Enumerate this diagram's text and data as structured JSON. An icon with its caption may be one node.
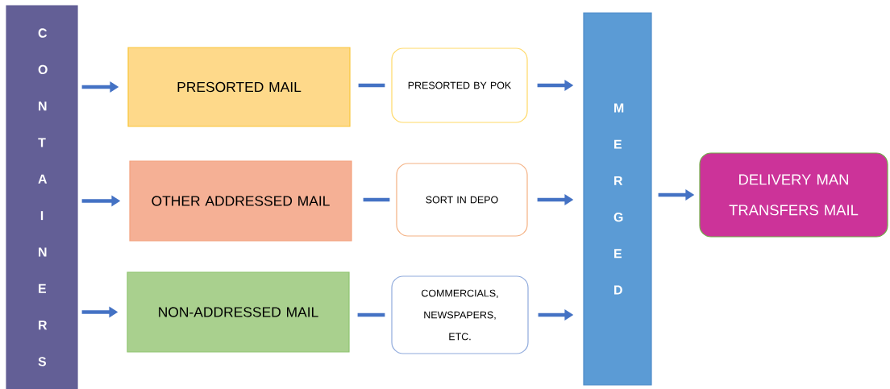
{
  "diagram": {
    "nodes": [
      {
        "text": [
          "C O N T A I N E R S"
        ]
      },
      {
        "text": [
          "PRESORTED MAIL"
        ]
      },
      {
        "text": [
          "OTHER ADDRESSED MAIL"
        ]
      },
      {
        "text": [
          "NON-ADDRESSED MAIL"
        ]
      },
      {
        "text": [
          "PRESORTED BY POK"
        ]
      },
      {
        "text": [
          "SORT IN DEPO"
        ]
      },
      {
        "text": [
          "COMMERCIALS, NEWSPAPERS, ETC."
        ]
      },
      {
        "text": [
          "M E R G E D"
        ]
      },
      {
        "text": [
          "DELIVERY MAN TRANSFERS MAIL"
        ]
      }
    ],
    "edges": [
      {
        "from": 0,
        "to": 1,
        "arrow": "to"
      },
      {
        "from": 0,
        "to": 2,
        "arrow": "to"
      },
      {
        "from": 0,
        "to": 3,
        "arrow": "to"
      },
      {
        "from": 1,
        "to": 4,
        "arrow": "none"
      },
      {
        "from": 2,
        "to": 5,
        "arrow": "none"
      },
      {
        "from": 3,
        "to": 6,
        "arrow": "none"
      },
      {
        "from": 4,
        "to": 7,
        "arrow": "to"
      },
      {
        "from": 5,
        "to": 7,
        "arrow": "to"
      },
      {
        "from": 6,
        "to": 7,
        "arrow": "to"
      },
      {
        "from": 7,
        "to": 8,
        "arrow": "to"
      }
    ]
  }
}
